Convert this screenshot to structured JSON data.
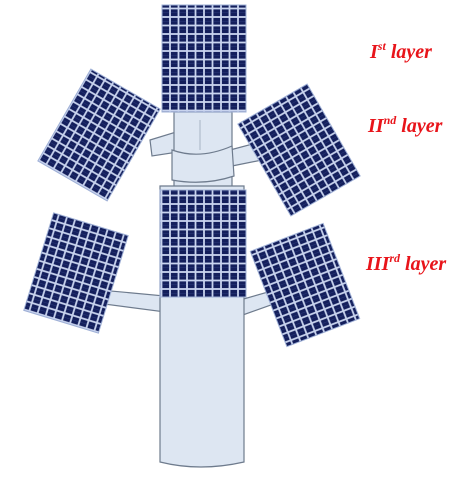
{
  "labels": [
    {
      "roman": "I",
      "suffix": "st",
      "word": "layer"
    },
    {
      "roman": "II",
      "suffix": "nd",
      "word": "layer"
    },
    {
      "roman": "III",
      "suffix": "rd",
      "word": "layer"
    }
  ],
  "colors": {
    "label": "#e8141a",
    "panel_cell": "#141f5c",
    "panel_grid": "#c9d4ef",
    "trunk_fill": "#dde6f2",
    "trunk_stroke": "#6e7b8d"
  }
}
